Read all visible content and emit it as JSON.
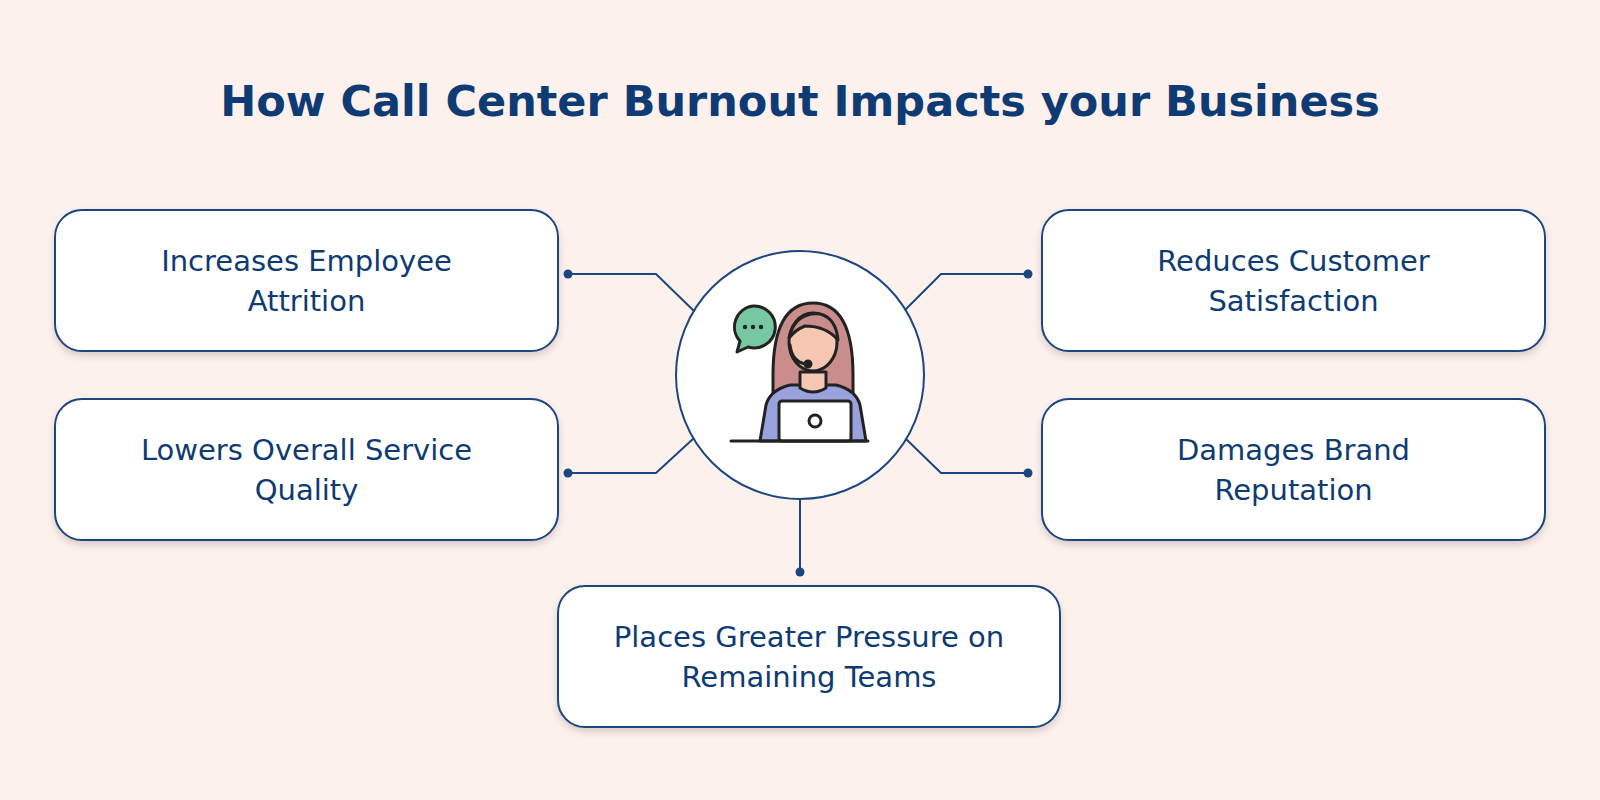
{
  "diagram": {
    "title": "How Call Center Burnout Impacts your Business",
    "nodes": [
      {
        "text": [
          "Increases Employee Attrition"
        ]
      },
      {
        "text": [
          "Reduces Customer Satisfaction"
        ]
      },
      {
        "text": [
          "Lowers Overall Service Quality"
        ]
      },
      {
        "text": [
          "Damages Brand Reputation"
        ]
      },
      {
        "text": [
          "Places Greater Pressure on Remaining Teams"
        ]
      }
    ]
  }
}
